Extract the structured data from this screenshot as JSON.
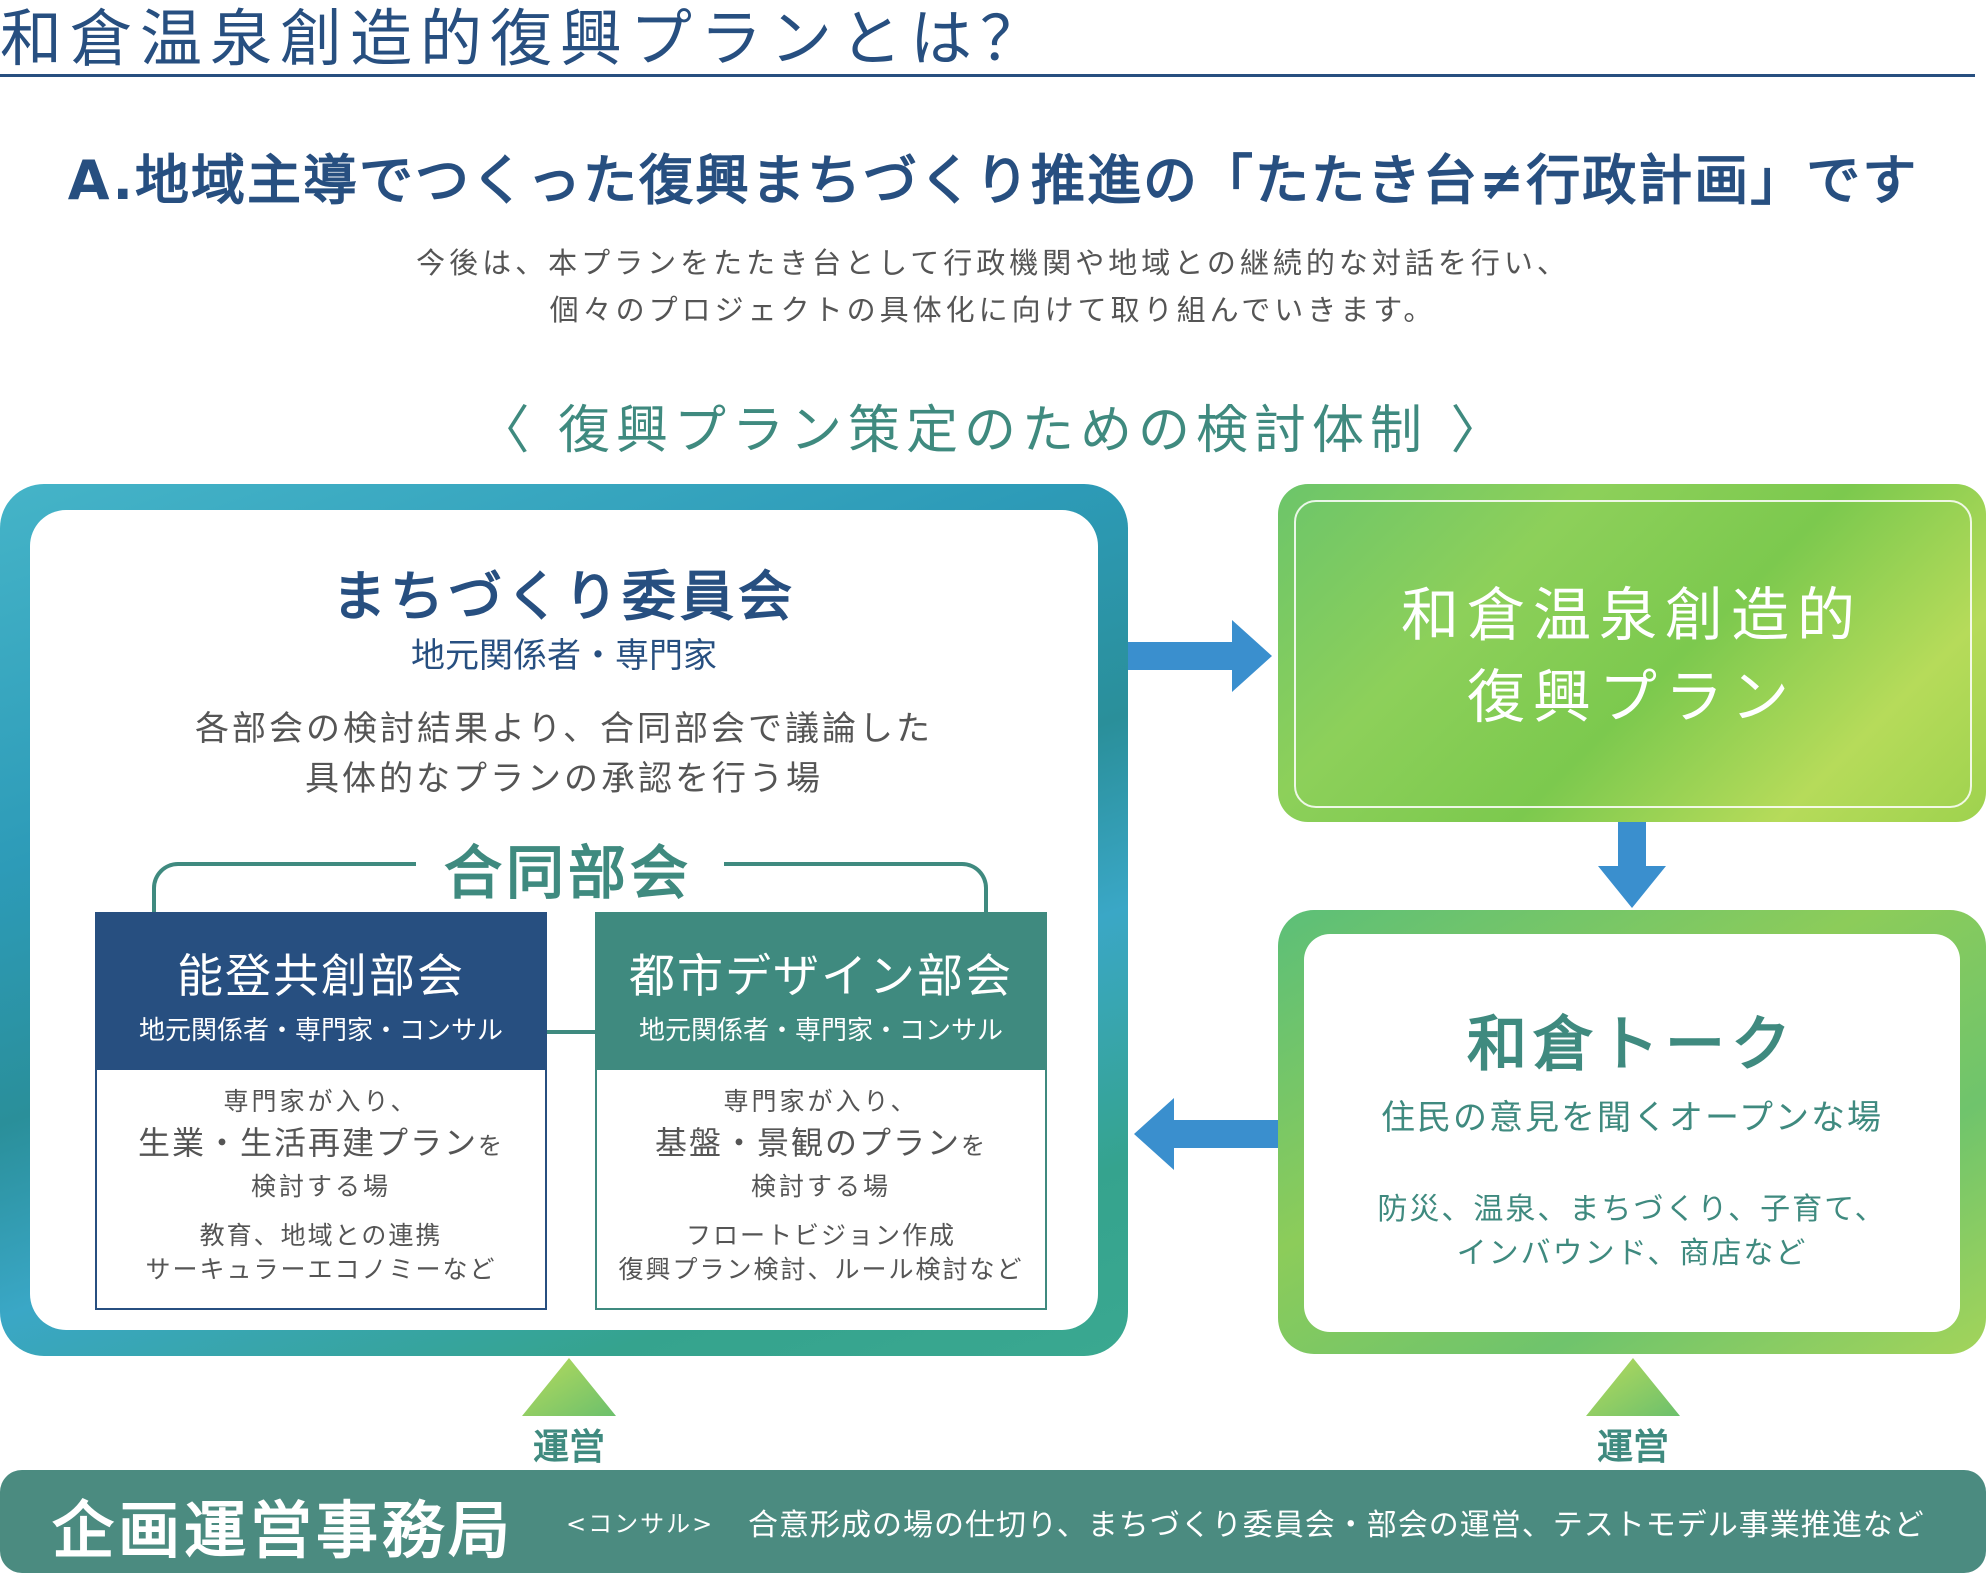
{
  "page_title": "和倉温泉創造的復興プランとは？",
  "headline": "A.地域主導でつくった復興まちづくり推進の「たたき台≠行政計画」です",
  "intro": {
    "line1": "今後は、本プランをたたき台として行政機関や地域との継続的な対話を行い、",
    "line2": "個々のプロジェクトの具体化に向けて取り組んでいきます。"
  },
  "section_title": "〈 復興プラン策定のための検討体制 〉",
  "committee": {
    "title": "まちづくり委員会",
    "members": "地元関係者・専門家",
    "desc_line1": "各部会の検討結果より、合同部会で議論した",
    "desc_line2": "具体的なプランの承認を行う場"
  },
  "joint_meeting": {
    "title": "合同部会"
  },
  "subcommittees": [
    {
      "name": "能登共創部会",
      "members": "地元関係者・専門家・コンサル",
      "line1": "専門家が入り、",
      "line2": "生業・生活再建プラン",
      "line2_suffix": "を",
      "line3": "検討する場",
      "note1": "教育、地域との連携",
      "note2": "サーキュラーエコノミーなど",
      "color": "#274f80"
    },
    {
      "name": "都市デザイン部会",
      "members": "地元関係者・専門家・コンサル",
      "line1": "専門家が入り、",
      "line2": "基盤・景観のプラン",
      "line2_suffix": "を",
      "line3": "検討する場",
      "note1": "フロートビジョン作成",
      "note2": "復興プラン検討、ルール検討など",
      "color": "#3f8a7f"
    }
  ],
  "plan": {
    "line1": "和倉温泉創造的",
    "line2": "復興プラン"
  },
  "talk": {
    "title": "和倉トーク",
    "subtitle": "住民の意見を聞くオープンな場",
    "topics_line1": "防災、温泉、まちづくり、子育て、",
    "topics_line2": "インバウンド、商店など"
  },
  "operations": {
    "left_label": "運営",
    "right_label": "運営"
  },
  "office": {
    "title": "企画運営事務局",
    "tag": "<コンサル>",
    "desc": "合意形成の場の仕切り、まちづくり委員会・部会の運営、テストモデル事業推進など"
  },
  "colors": {
    "navy": "#274f80",
    "teal": "#3f8a7f",
    "arrow_blue": "#3a8fce",
    "green": "#8cc958"
  }
}
